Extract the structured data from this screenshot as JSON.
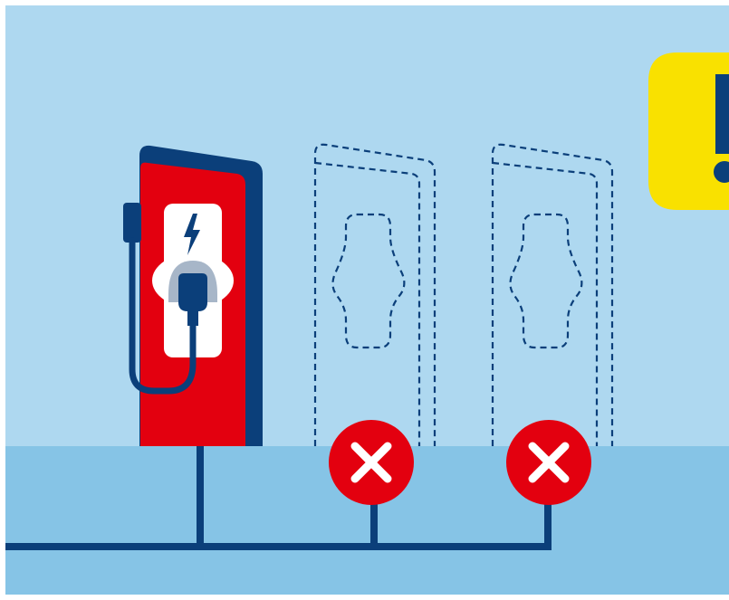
{
  "scene": {
    "colors": {
      "sky": "#aed8f0",
      "ground": "#86c4e6",
      "navy": "#0b3f7a",
      "red": "#e3000f",
      "white": "#ffffff",
      "plug_grey": "#a7b6c8",
      "warning_yellow": "#f9e100"
    },
    "charger_active": {
      "icon": "lightning-bolt-icon",
      "status": "operational"
    },
    "ghost_chargers": [
      {
        "status": "unavailable",
        "icon": "x-mark-icon"
      },
      {
        "status": "unavailable",
        "icon": "x-mark-icon"
      }
    ],
    "warning_badge": {
      "icon": "exclamation-mark-icon"
    }
  }
}
